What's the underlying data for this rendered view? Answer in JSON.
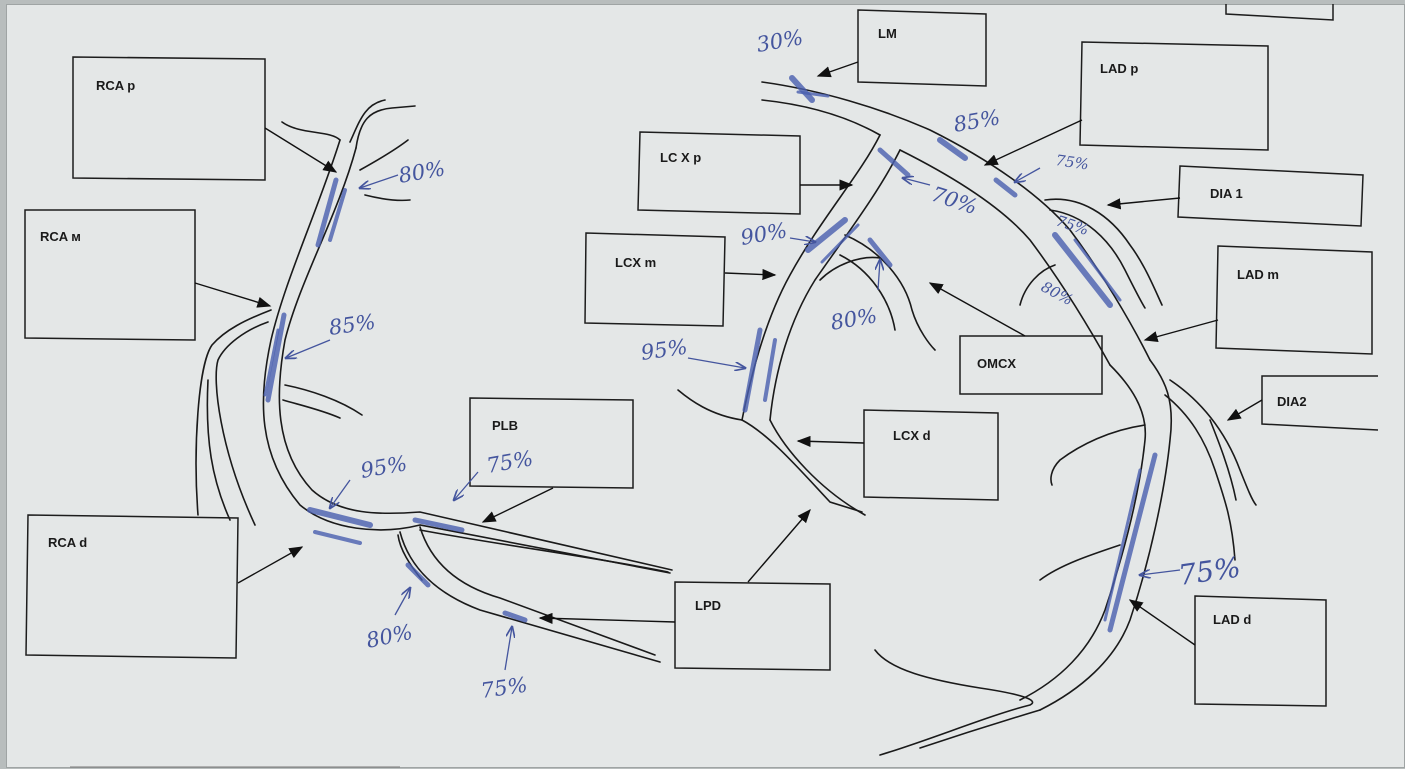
{
  "labels": {
    "rca_p": "RCA p",
    "rca_m": "RCA м",
    "rca_d": "RCA d",
    "plb": "PLB",
    "lpd": "LPD",
    "lcx_p": "LC X p",
    "lcx_m": "LCX m",
    "lcx_d": "LCX d",
    "lm": "LM",
    "lad_p": "LAD p",
    "dia1": "DIA 1",
    "lad_m": "LAD m",
    "omcx": "OMCX",
    "dia2": "DIA2",
    "lad_d": "LAD d"
  },
  "stenosis": {
    "rca_p": "80%",
    "rca_m": "85%",
    "rca_d": "95%",
    "plb": "75%",
    "lpd_1": "80%",
    "lpd_2": "75%",
    "lm": "30%",
    "lad_p_1": "85%",
    "lad_p_2": "75%",
    "lcx_p": "70%",
    "dia1": "75%",
    "lad_m": "80%",
    "lcx_m": "90%",
    "omcx": "80%",
    "lcx_d": "95%",
    "lad_d": "75%"
  },
  "colors": {
    "paper": "#e4e7e7",
    "ink": "#1a1a1a",
    "pen": "#44559e",
    "shading": "#4a5fb0"
  }
}
